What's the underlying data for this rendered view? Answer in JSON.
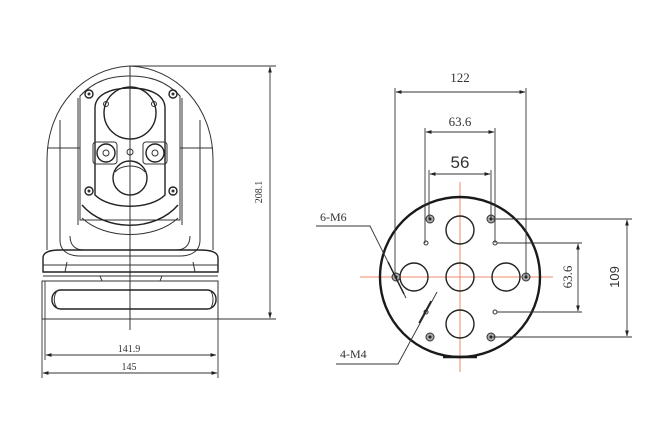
{
  "figure": {
    "type": "technical-drawing",
    "views": {
      "front_view": {
        "label": "camera-front-elevation",
        "dimensions": {
          "height": "208.1",
          "base_width_inner": "141.9",
          "base_width_outer": "145"
        }
      },
      "bottom_view": {
        "label": "mounting-plate",
        "dimensions": {
          "outer_width": "122",
          "hole_spacing_m4_h": "63.6",
          "hole_spacing_m6_h": "56",
          "hole_spacing_m4_v": "63.6",
          "hole_spacing_m6_v": "109"
        },
        "callouts": {
          "m6_holes": "6-M6",
          "m4_holes": "4-M4"
        }
      }
    },
    "colors": {
      "line": "#333333",
      "centerline": "#f08a6a",
      "background": "#ffffff"
    }
  }
}
